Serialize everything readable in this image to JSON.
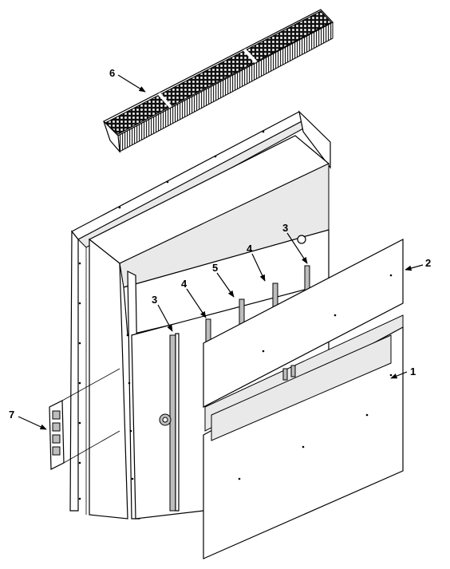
{
  "callouts": [
    {
      "id": "1",
      "label": "1"
    },
    {
      "id": "2",
      "label": "2"
    },
    {
      "id": "3a",
      "label": "3"
    },
    {
      "id": "3b",
      "label": "3"
    },
    {
      "id": "4a",
      "label": "4"
    },
    {
      "id": "4b",
      "label": "4"
    },
    {
      "id": "5",
      "label": "5"
    },
    {
      "id": "6",
      "label": "6"
    },
    {
      "id": "7",
      "label": "7"
    }
  ],
  "colors": {
    "line": "#000000",
    "background": "#ffffff",
    "grille": "#111111"
  }
}
